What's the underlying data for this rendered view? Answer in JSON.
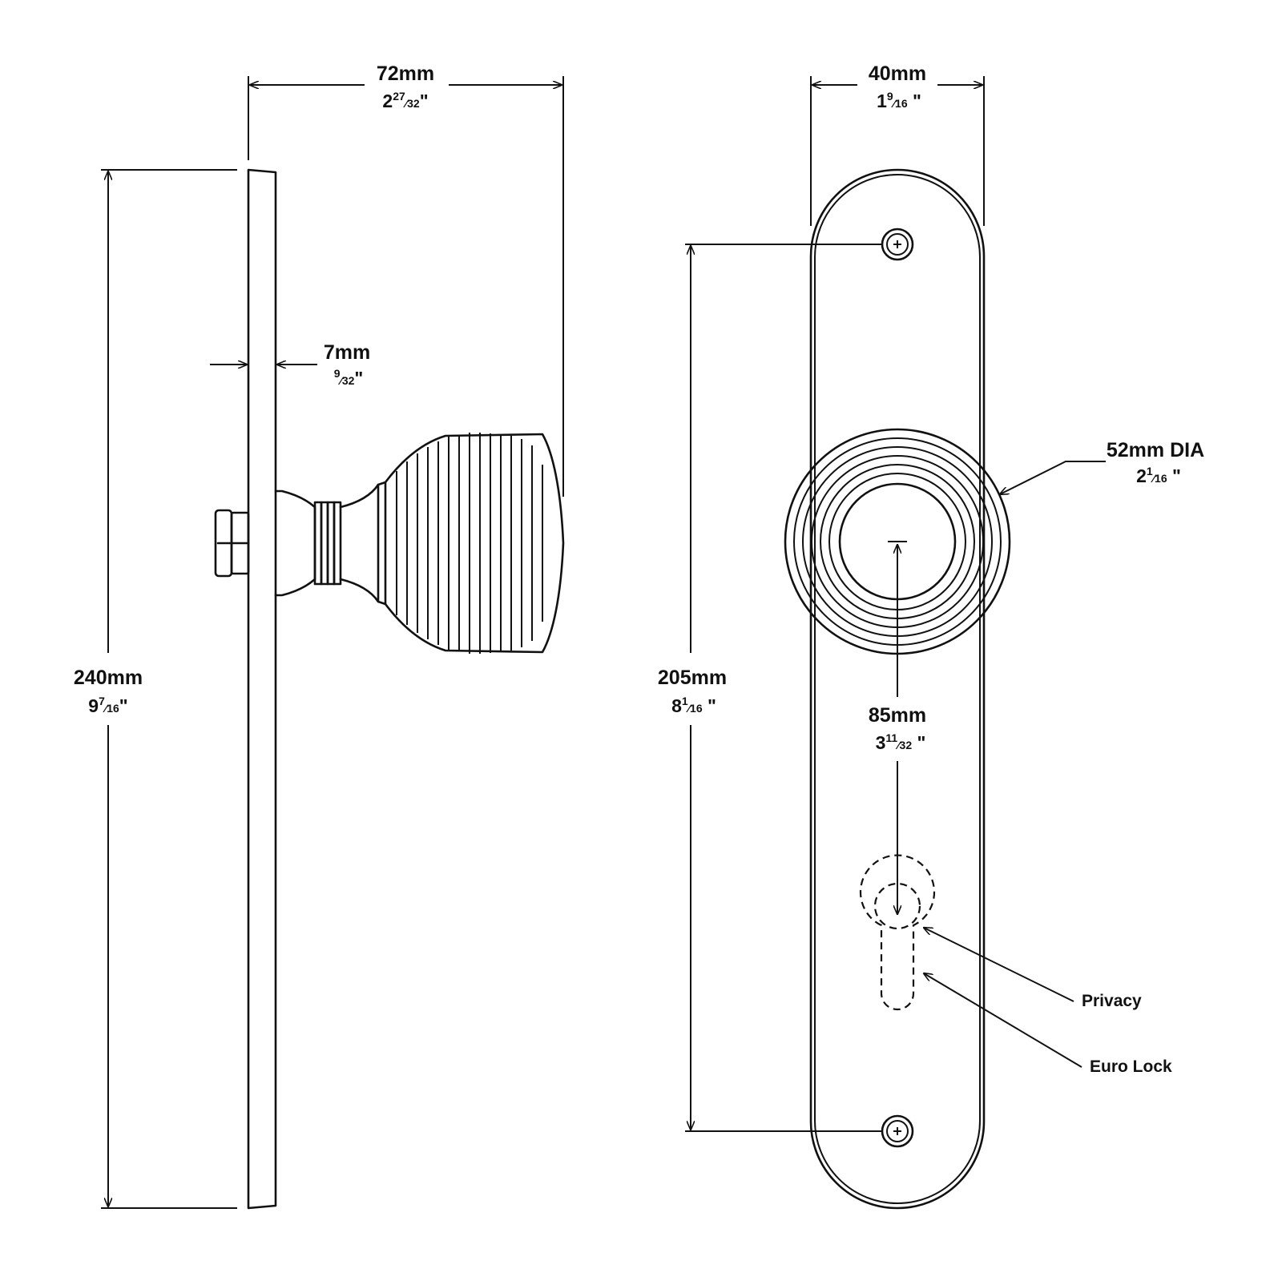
{
  "dimensions": {
    "total_depth": {
      "metric": "72mm",
      "whole": "2",
      "num": "27",
      "den": "32",
      "unit": "\""
    },
    "plate_thickness": {
      "metric": "7mm",
      "whole": "",
      "num": "9",
      "den": "32",
      "unit": "\""
    },
    "plate_height": {
      "metric": "240mm",
      "whole": "9",
      "num": "7",
      "den": "16",
      "unit": "\""
    },
    "plate_width": {
      "metric": "40mm",
      "whole": "1",
      "num": "9",
      "den": "16",
      "unit": " \""
    },
    "fixing_centres": {
      "metric": "205mm",
      "whole": "8",
      "num": "1",
      "den": "16",
      "unit": " \""
    },
    "rose_diameter": {
      "metric": "52mm DIA",
      "whole": "2",
      "num": "1",
      "den": "16",
      "unit": " \""
    },
    "backset_centres": {
      "metric": "85mm",
      "whole": "3",
      "num": "11",
      "den": "32",
      "unit": " \""
    }
  },
  "callouts": {
    "privacy": "Privacy",
    "euro_lock": "Euro Lock"
  },
  "colors": {
    "line": "#111111",
    "background": "#ffffff"
  }
}
